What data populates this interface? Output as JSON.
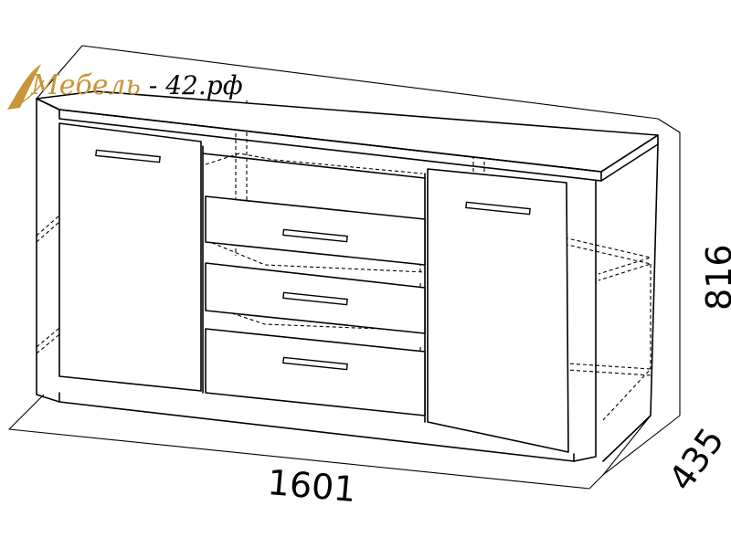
{
  "logo": {
    "brand": "Мебель",
    "suffix": " - 42.рф",
    "brand_color": "#c8953a"
  },
  "dimensions": {
    "width": "1601",
    "height": "816",
    "depth": "435"
  }
}
